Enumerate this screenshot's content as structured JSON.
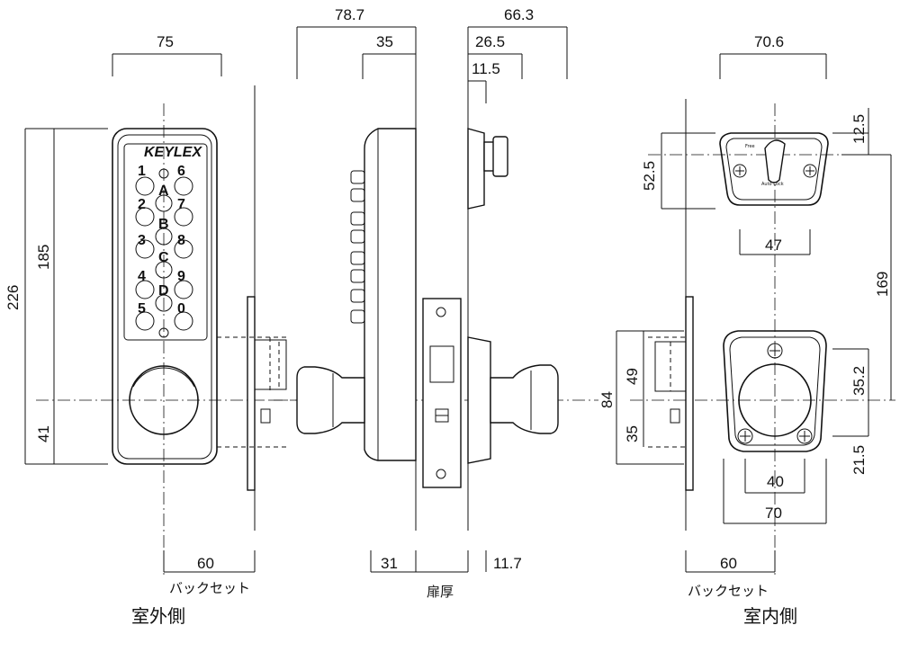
{
  "brand": "KEYLEX",
  "keypad": {
    "left_keys": [
      "1",
      "2",
      "3",
      "4",
      "5"
    ],
    "right_keys": [
      "6",
      "7",
      "8",
      "9",
      "0"
    ],
    "center_keys": [
      "A",
      "B",
      "C",
      "D"
    ]
  },
  "indoor_plate_text": {
    "top": "Free",
    "bottom": "Auto Lock"
  },
  "dimensions": {
    "outer_width_75": "75",
    "outer_height_226": "226",
    "outer_185": "185",
    "outer_41": "41",
    "backset_outer_60": "60",
    "side_78_7": "78.7",
    "side_35": "35",
    "side_66_3": "66.3",
    "side_26_5": "26.5",
    "side_11_5": "11.5",
    "bottom_31": "31",
    "bottom_11_7": "11.7",
    "inner_70_6": "70.6",
    "inner_52_5": "52.5",
    "inner_12_5": "12.5",
    "inner_47": "47",
    "inner_169": "169",
    "inner_84": "84",
    "inner_49": "49",
    "inner_35": "35",
    "inner_35_2": "35.2",
    "inner_21_5": "21.5",
    "inner_40": "40",
    "inner_70": "70",
    "backset_inner_60": "60"
  },
  "labels": {
    "backset": "バックセット",
    "backset2": "バックセット",
    "door_thickness": "扉厚",
    "outdoor_side": "室外側",
    "indoor_side": "室内側"
  }
}
